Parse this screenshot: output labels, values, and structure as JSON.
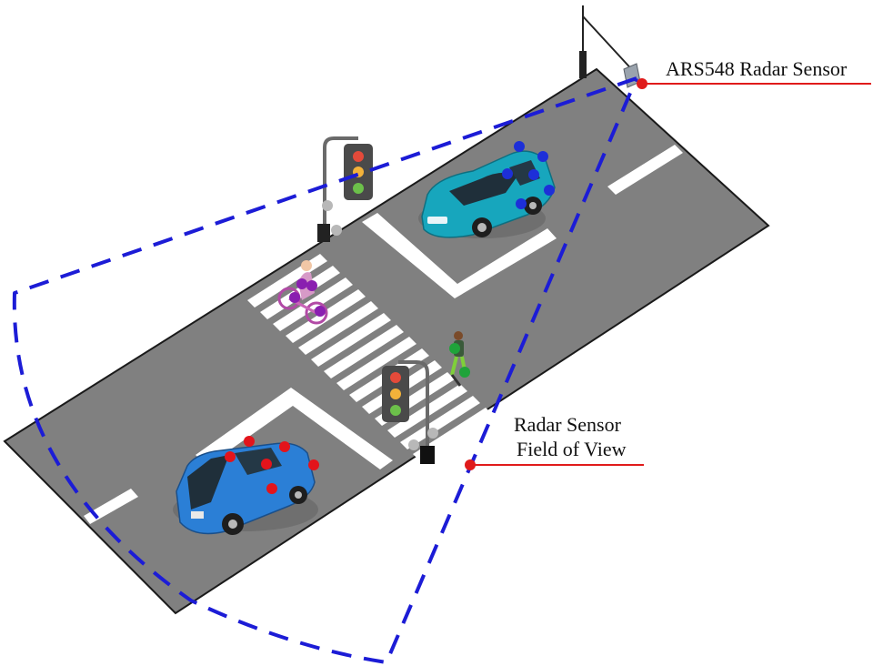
{
  "labels": {
    "radar_sensor": "ARS548 Radar Sensor",
    "fov_line1": "Radar Sensor",
    "fov_line2": "Field of View"
  },
  "colors": {
    "road": "#808080",
    "road_edge": "#1a1a1a",
    "marking": "#ffffff",
    "fov_dash": "#1c1cd6",
    "callout_line": "#e01b1b",
    "car_teal": "#17a6bd",
    "car_blue": "#2b7fd6",
    "points_teal_car": "#1d2fd8",
    "points_blue_car": "#e3141b",
    "points_cyclist": "#8a1fb0",
    "points_pedestrian": "#1fa33a"
  },
  "icons": {
    "sensor": "radar-sensor-icon",
    "traffic_light": "traffic-light-icon",
    "car": "car-icon",
    "van": "van-icon",
    "cyclist": "cyclist-icon",
    "pedestrian": "pedestrian-icon"
  }
}
